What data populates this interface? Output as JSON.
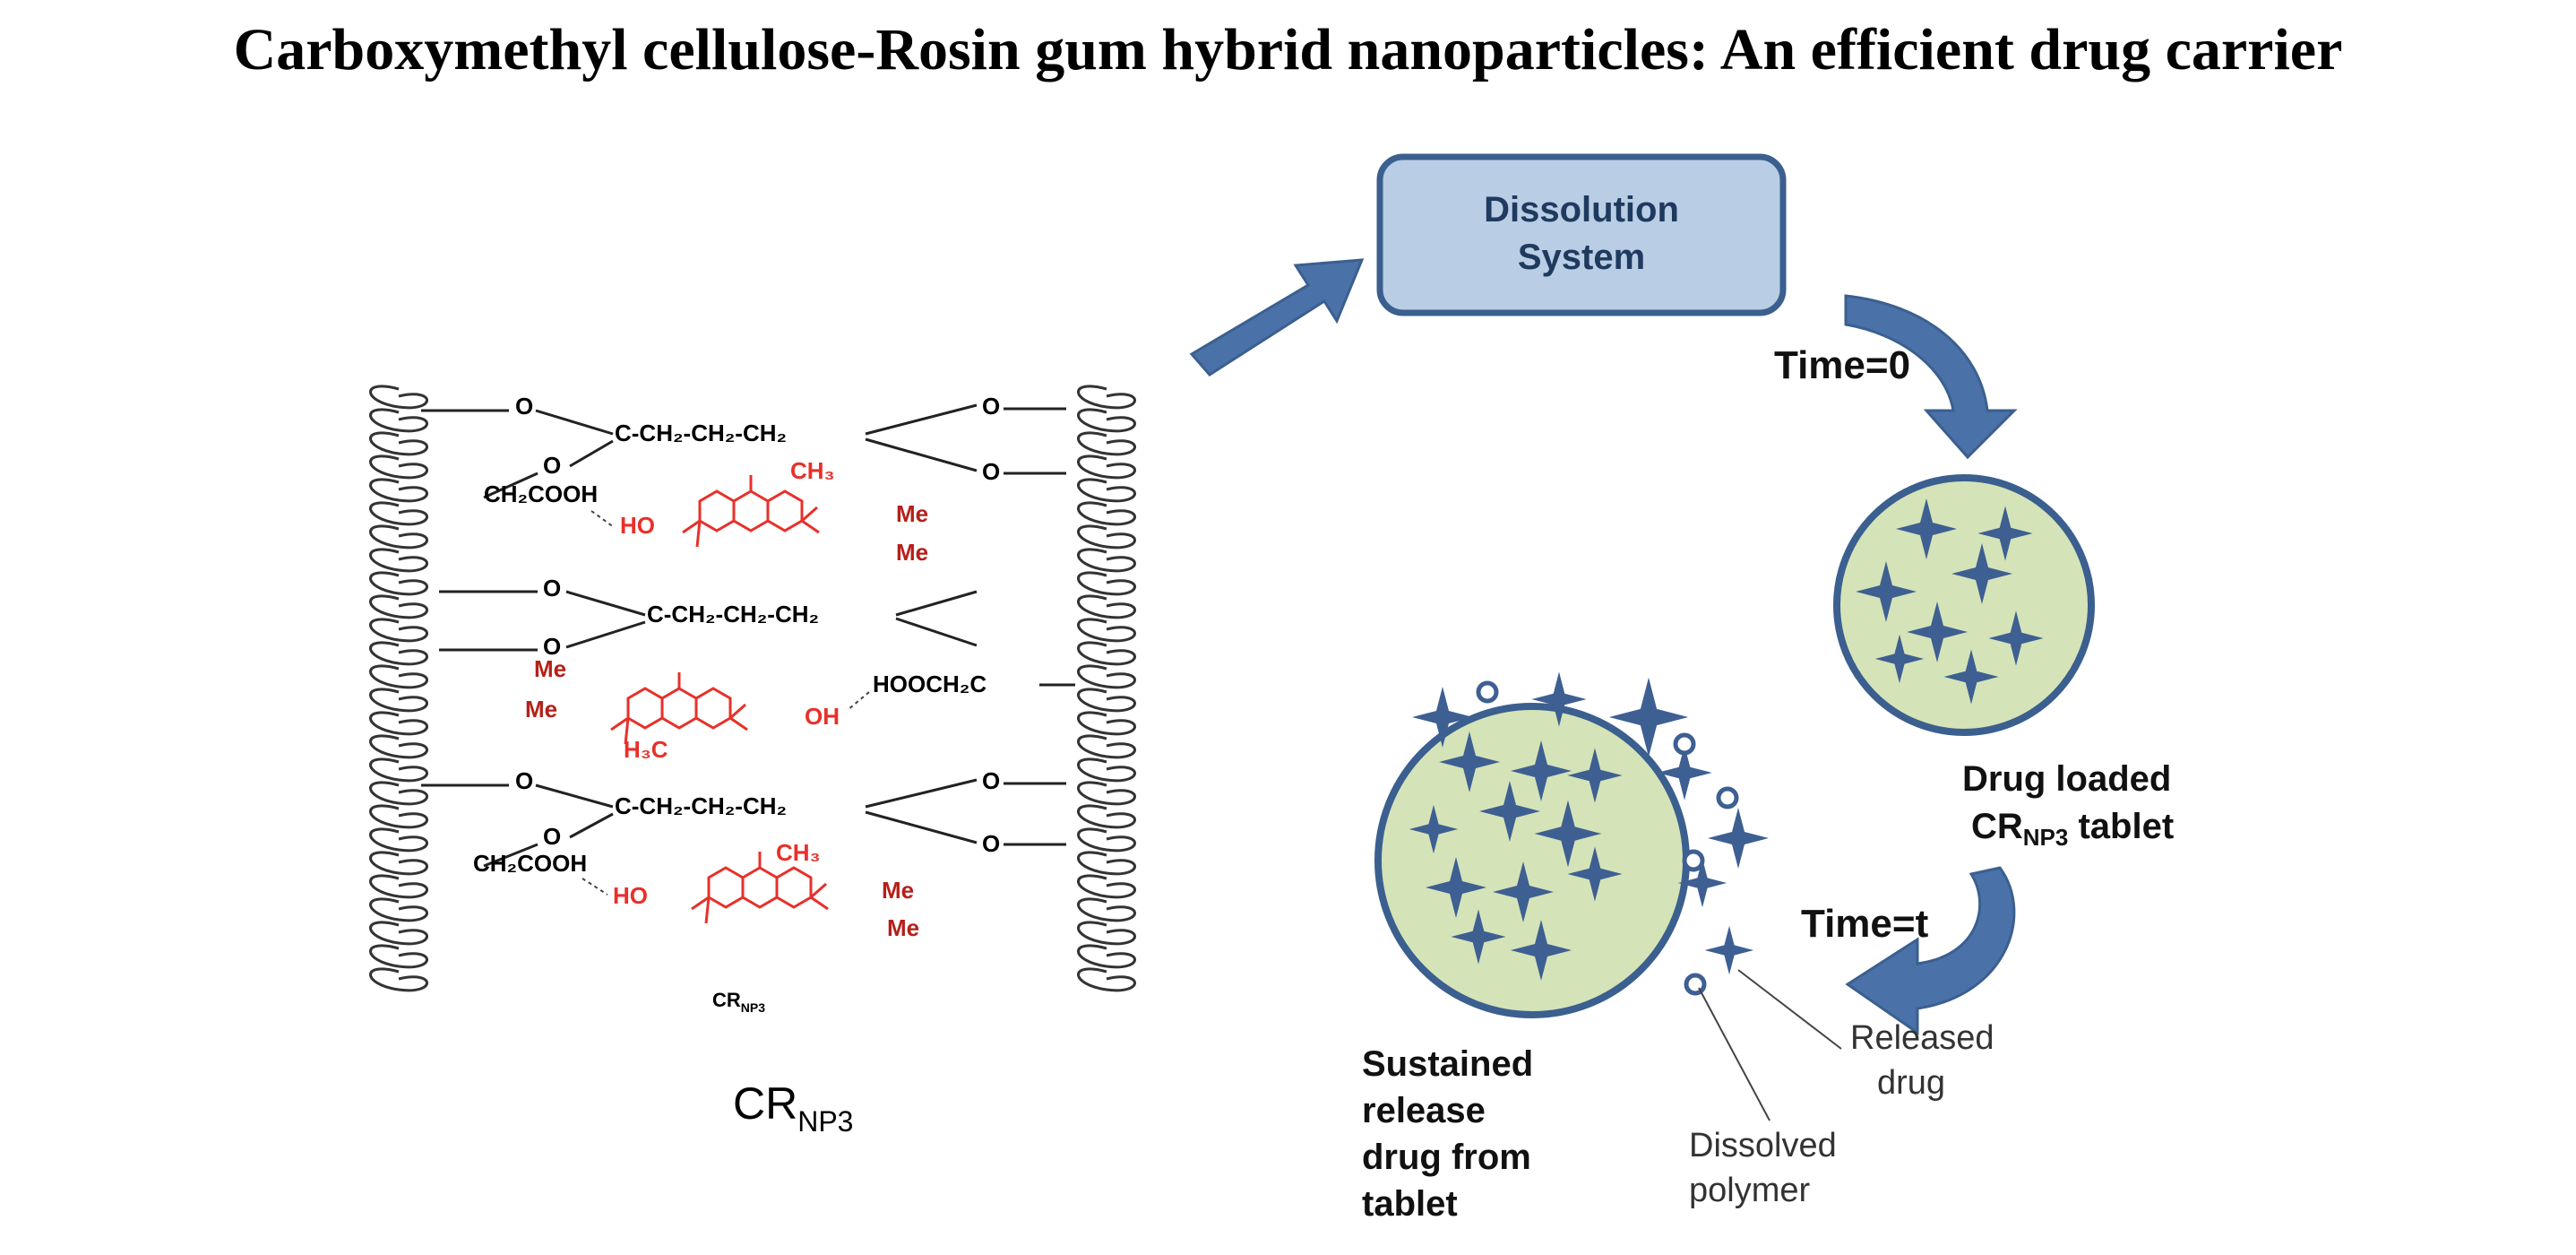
{
  "title": "Carboxymethyl cellulose-Rosin gum hybrid nanoparticles: An efficient drug carrier",
  "structure": {
    "o_label": "O",
    "linker_label": "C-CH₂-CH₂-CH₂",
    "carboxyl_right": "CH₂COOH",
    "carboxyl_left": "HOOCH₂C",
    "ho_label": "HO",
    "oh_label": "OH",
    "ch3_label": "CH₃",
    "h3c_label": "H₃C",
    "me_label": "Me",
    "small_caption": "CR",
    "small_caption_sub": "NP3",
    "caption_main": "CR",
    "caption_sub": "NP3"
  },
  "process": {
    "dissolution_line1": "Dissolution",
    "dissolution_line2": "System",
    "time0": "Time=0",
    "timet": "Time=t",
    "tablet_line1": "Drug loaded",
    "tablet_line2_main": "CR",
    "tablet_line2_sub": "NP3",
    "tablet_line2_rest": " tablet",
    "sustained_line1": "Sustained",
    "sustained_line2": "release",
    "sustained_line3": "drug from",
    "sustained_line4": "tablet",
    "released_line1": "Released",
    "released_line2": "drug",
    "dissolved_line1": "Dissolved",
    "dissolved_line2": "polymer"
  },
  "colors": {
    "blue": "#4a72a8",
    "box_fill": "#b9cde4",
    "tablet_fill": "#d5e3b8",
    "tablet_stroke": "#3b5f8f",
    "star": "#3e5f92",
    "rosin_red": "#e8302a"
  }
}
